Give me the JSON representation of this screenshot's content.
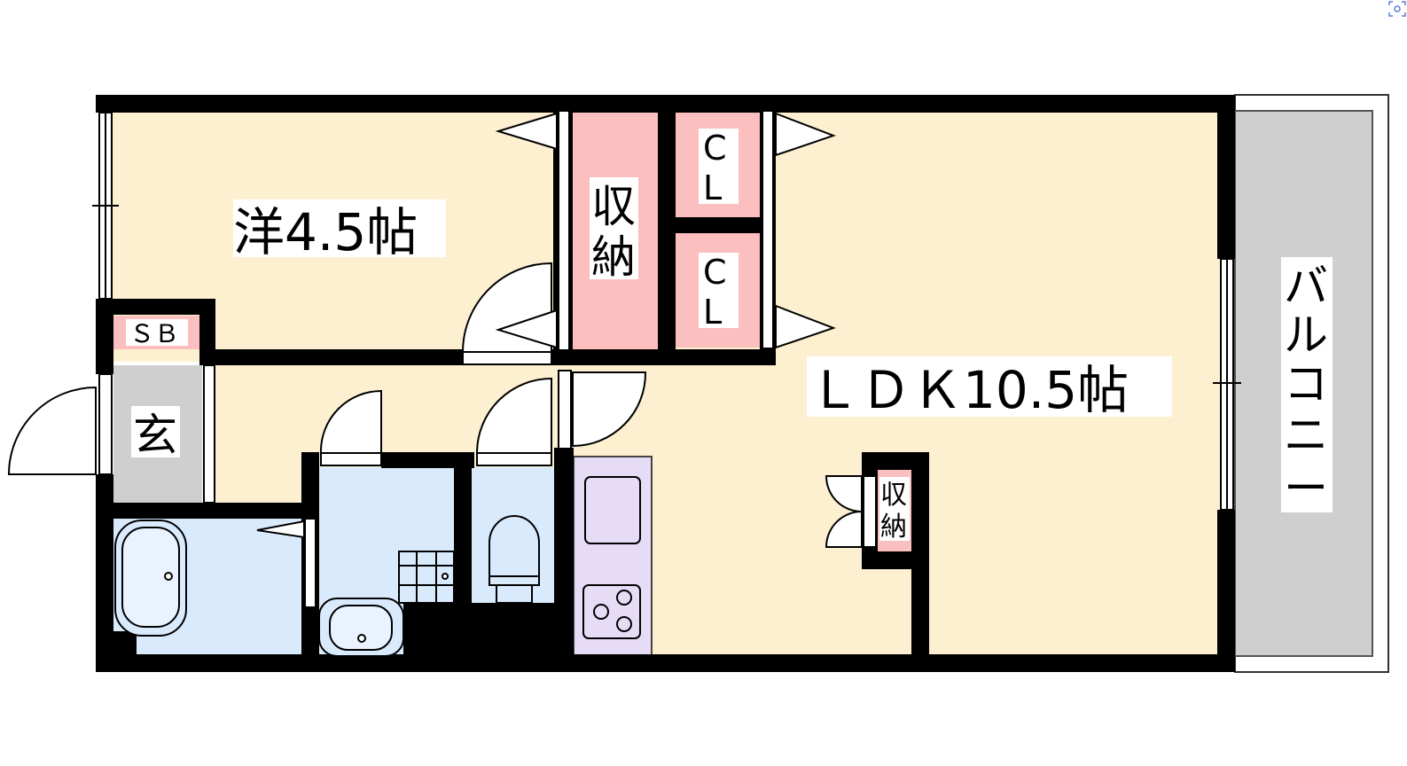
{
  "colors": {
    "wall": "#000000",
    "living": "#fdf0d0",
    "storage": "#fbbfbf",
    "wet": "#daeafd",
    "entrance": "#cfcfcf",
    "kitchen": "#e7dcf5",
    "balcony": "#cfcfcf"
  },
  "rooms": {
    "western": "洋4.5帖",
    "ldk": "ＬＤＫ10.5帖",
    "storage_main": [
      "収",
      "納"
    ],
    "closet_upper": [
      "C",
      "L"
    ],
    "closet_lower": [
      "C",
      "L"
    ],
    "shoe_box": "ＳＢ",
    "entrance": "玄",
    "storage_small": [
      "収",
      "納"
    ],
    "balcony": [
      "バ",
      "ル",
      "コ",
      "ニ",
      "ー"
    ]
  },
  "corner_icon": "screenshot-icon"
}
